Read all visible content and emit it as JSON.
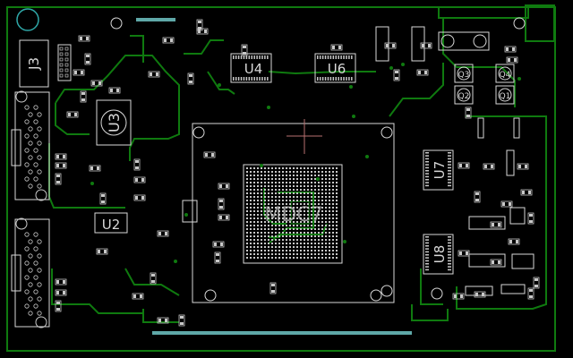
{
  "colors": {
    "background": "#000000",
    "trace": "#0f7a0f",
    "silkscreen": "#d8d8d8",
    "pad": "#c8c8c8",
    "connector": "#5fa8a8",
    "crosshair": "#b87070",
    "highlight": "#2fa8a8"
  },
  "labels": {
    "mdc7": "MDC7",
    "u3": "U3",
    "u4": "U4",
    "u6": "U6",
    "u7": "U7",
    "u8": "U8",
    "u2": "U2",
    "j3": "J3",
    "q1": "Q1",
    "q2": "Q2",
    "q3": "Q3",
    "q4": "Q4"
  }
}
